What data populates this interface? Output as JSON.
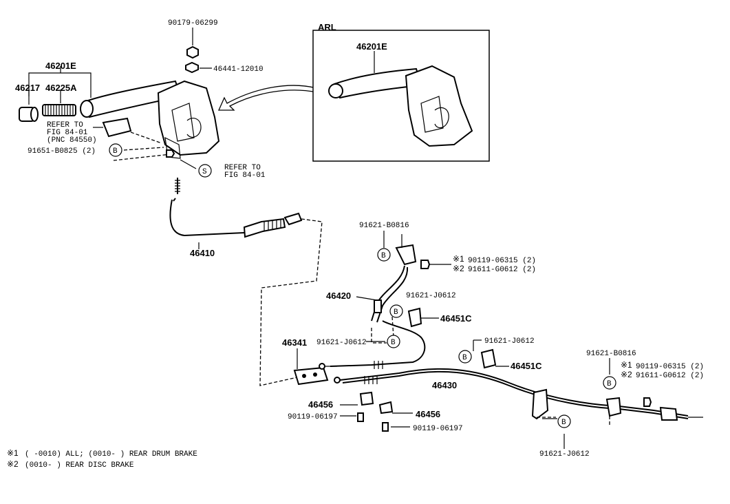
{
  "labels": {
    "p90179": "90179-06299",
    "p46441": "46441-12010",
    "p46201e": "46201E",
    "p46217": "46217",
    "p46225a": "46225A",
    "refer1a": "REFER TO",
    "refer1b": "FIG 84-01",
    "refer1c": "(PNC 84550)",
    "p91651": "91651-B0825 (2)",
    "refer2a": "REFER TO",
    "refer2b": "FIG 84-01",
    "p46410": "46410",
    "arl": "ARL",
    "arl_part": "46201E",
    "p91621_b0816a": "91621-B0816",
    "m1a": "90119-06315 (2)",
    "m2a": "91611-G0612 (2)",
    "p46420": "46420",
    "p91621_j0612a": "91621-J0612",
    "p46451c_a": "46451C",
    "p91621_j0612b": "91621-J0612",
    "p46341": "46341",
    "p91621_j0612c": "91621-J0612",
    "p46451c_b": "46451C",
    "p46430": "46430",
    "p91621_b0816b": "91621-B0816",
    "m1b": "90119-06315 (2)",
    "m2b": "91611-G0612 (2)",
    "p46456a": "46456",
    "p90119a": "90119-06197",
    "p46456b": "46456",
    "p90119b": "90119-06197",
    "p91621_j0612d": "91621-J0612"
  },
  "markers": {
    "b": "B",
    "s": "S",
    "star1": "※1",
    "star2": "※2"
  },
  "notes": {
    "n1_mark": "※1",
    "n1_text": "(     -0010) ALL; (0010-      ) REAR DRUM BRAKE",
    "n2_mark": "※2",
    "n2_text": "(0010-      ) REAR DISC BRAKE"
  }
}
